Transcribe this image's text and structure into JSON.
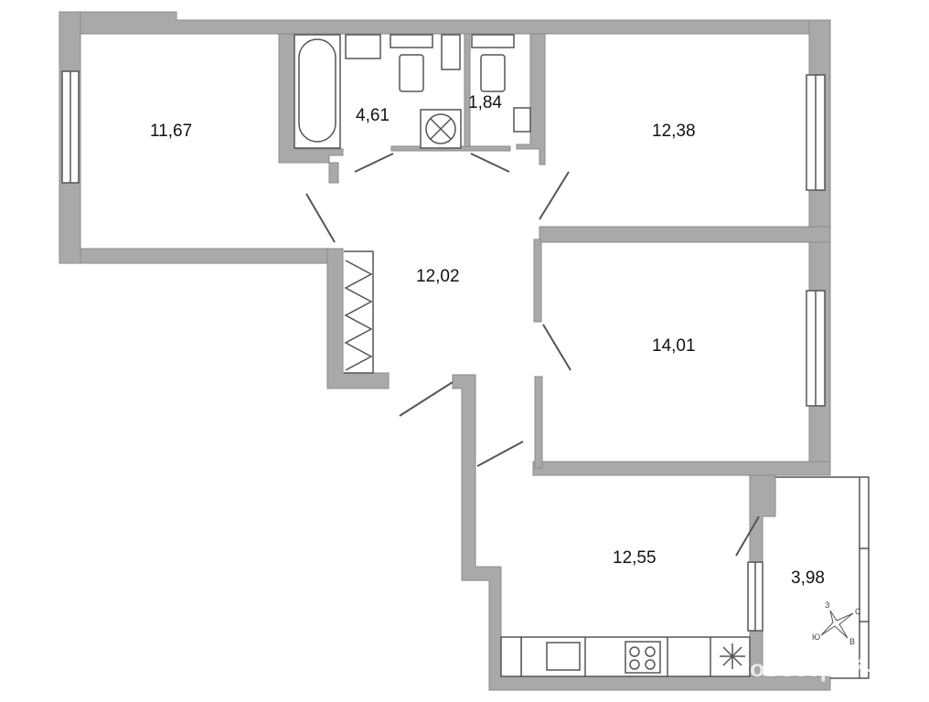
{
  "rooms": [
    {
      "name": "bedroom-left",
      "area": "11,67"
    },
    {
      "name": "bathroom",
      "area": "4,61"
    },
    {
      "name": "toilet",
      "area": "1,84"
    },
    {
      "name": "bedroom-top-right",
      "area": "12,38"
    },
    {
      "name": "hallway",
      "area": "12,02"
    },
    {
      "name": "bedroom-right",
      "area": "14,01"
    },
    {
      "name": "kitchen",
      "area": "12,55"
    },
    {
      "name": "balcony",
      "area": "3,98"
    }
  ],
  "compass": {
    "north": "С",
    "east": "В",
    "south": "Ю",
    "west": "З"
  },
  "watermark": "овострой-СПб",
  "colors": {
    "wall": "#a9a9a9",
    "line": "#555555"
  }
}
